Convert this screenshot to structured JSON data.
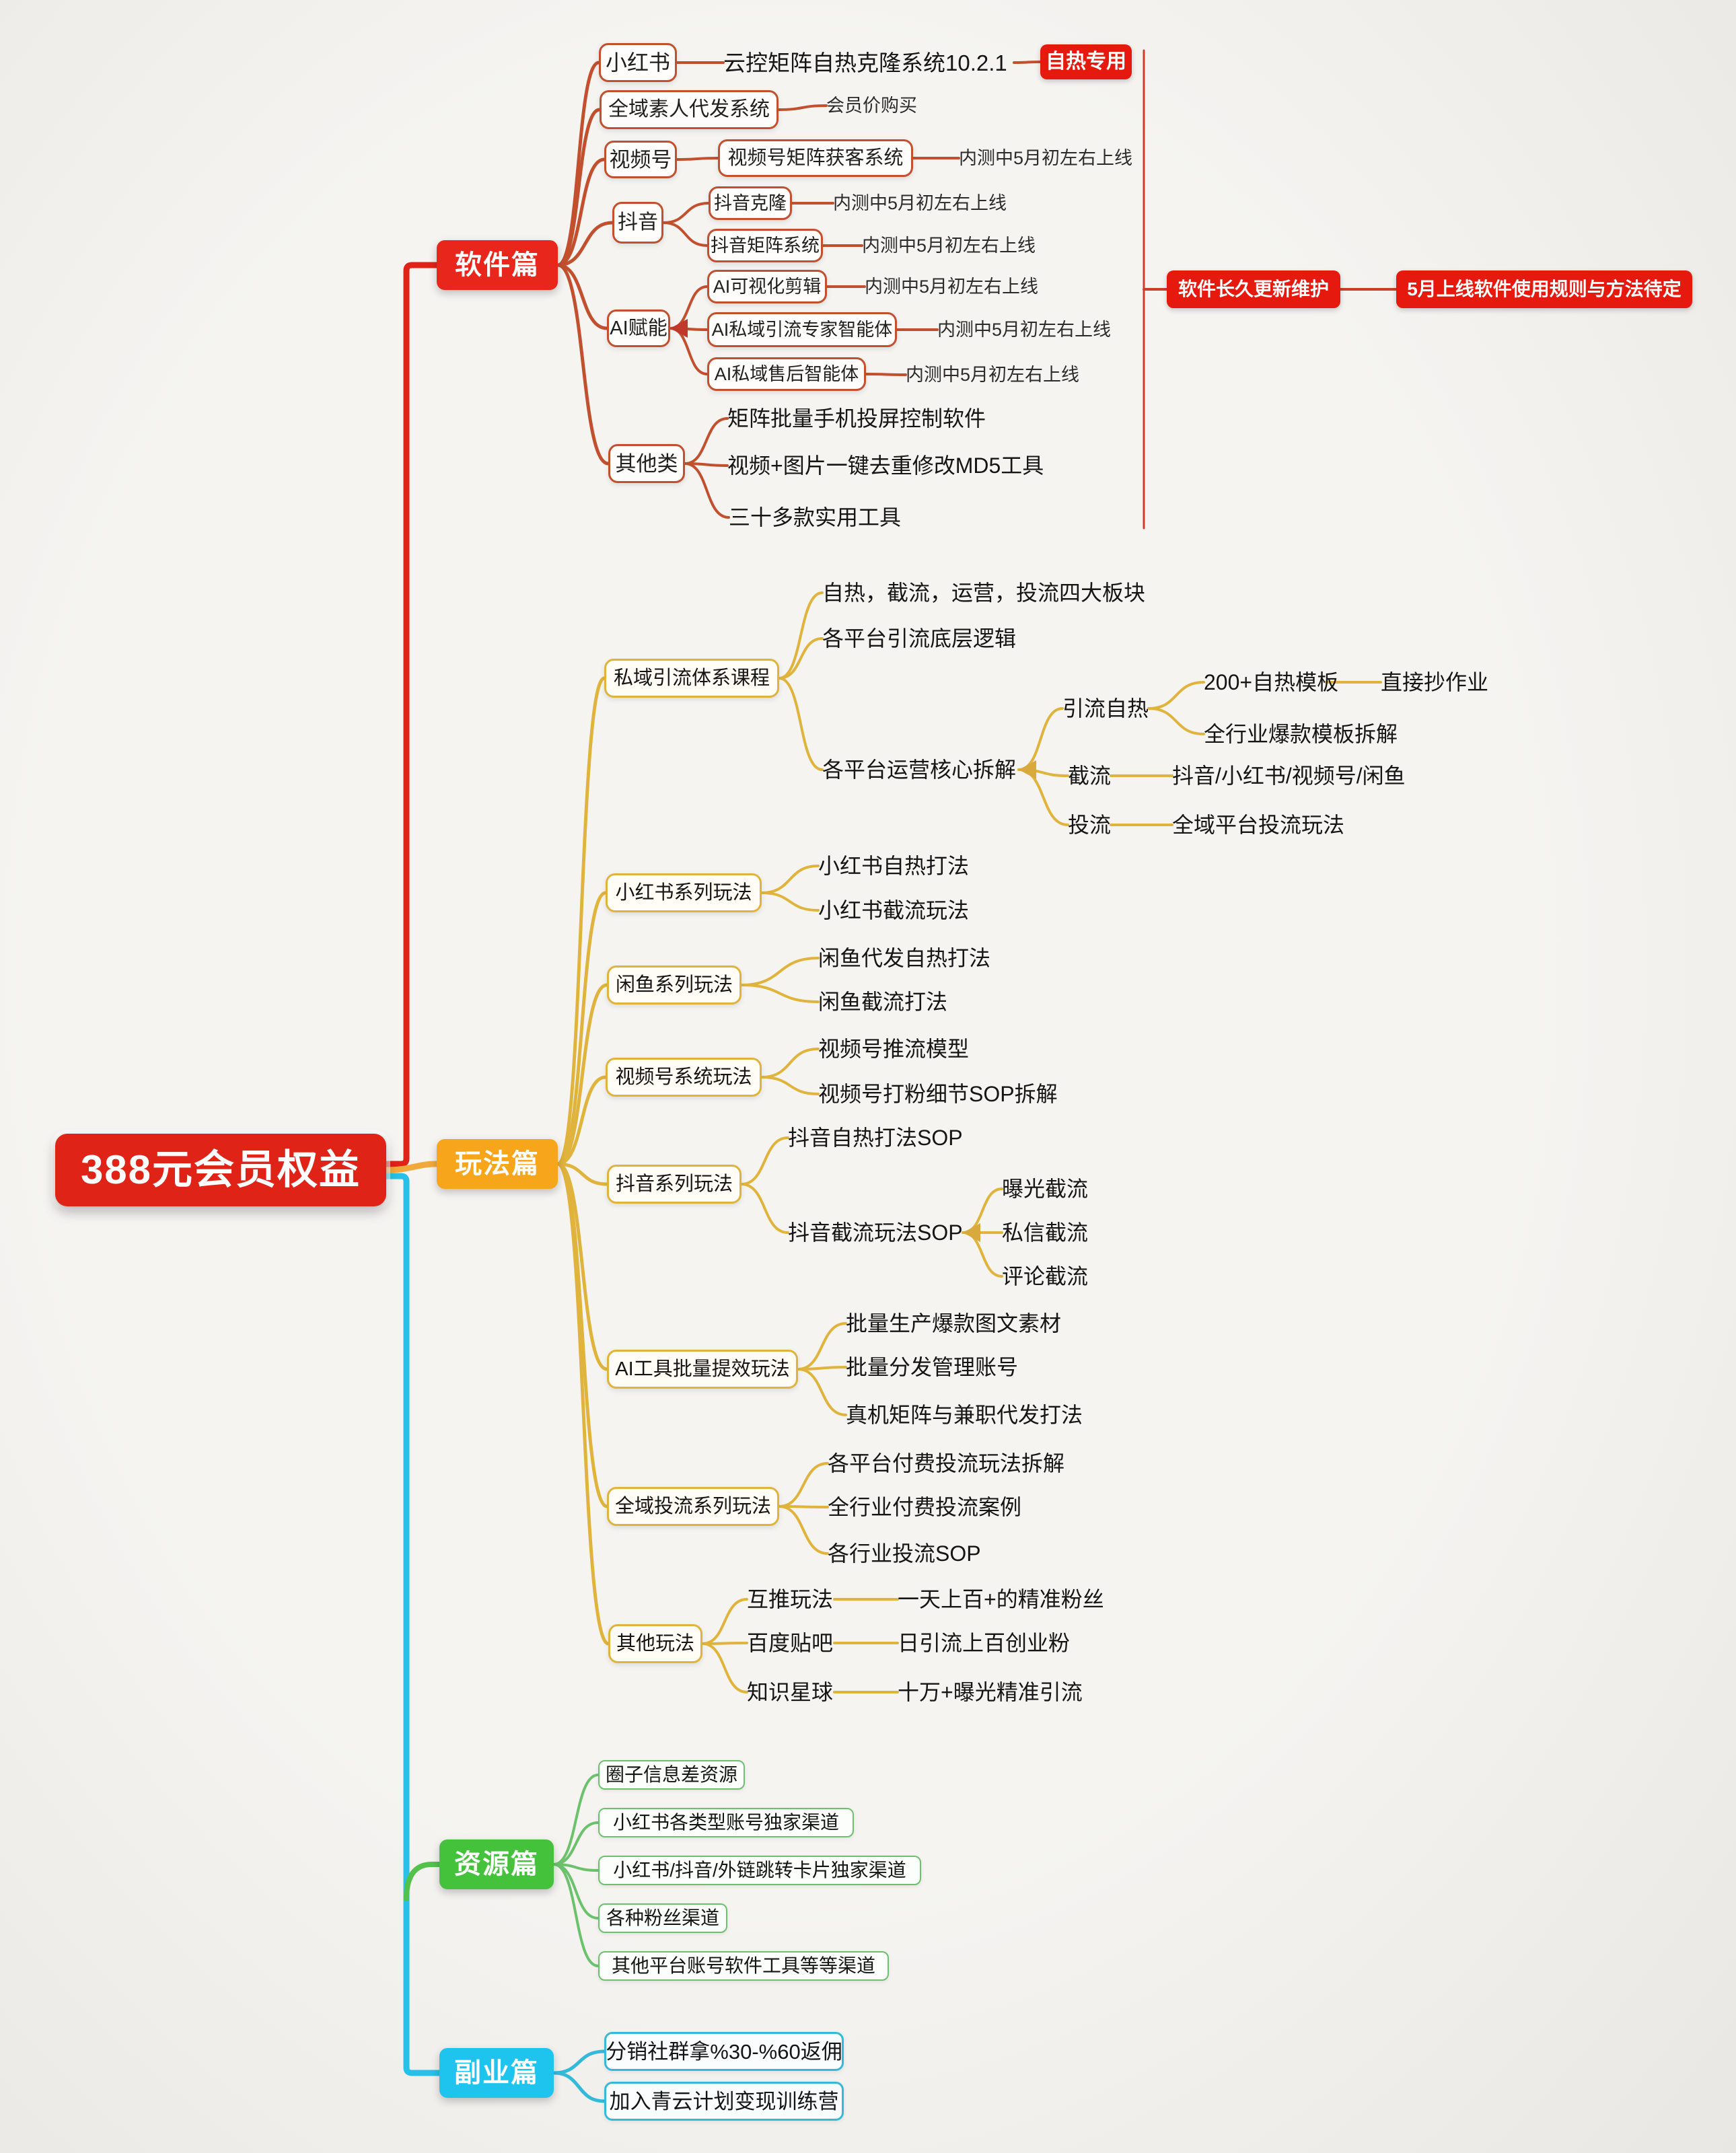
{
  "palette": {
    "red": "#e6190e",
    "branch_soft": "#e8261b",
    "branch_play": "#f7a61b",
    "branch_res": "#44c23c",
    "branch_side": "#1ec3ee",
    "line_soft": "#c2502f",
    "line_gold": "#e0b43c",
    "line_green": "#6cc26c",
    "line_cyan": "#35b9d9",
    "trunk_red": "#e02317",
    "trunk_gold": "#f2a93b",
    "trunk_green": "#52c24a",
    "trunk_cyan": "#27c0e8",
    "bracket": "#cf3d2a",
    "arrow_red": "#c0392b",
    "arrow_gold": "#d8a93c",
    "text": "#1b1b1b",
    "box_bg": "#fffdfb",
    "background": "#f2f1ee"
  },
  "nodes": {
    "root": {
      "label": "388元会员权益"
    },
    "b_soft": {
      "label": "软件篇"
    },
    "b_play": {
      "label": "玩法篇"
    },
    "b_res": {
      "label": "资源篇"
    },
    "b_side": {
      "label": "副业篇"
    },
    "beta_note": {
      "label": "内测中5月初左右上线"
    },
    "s_xhs": {
      "label": "小红书"
    },
    "s_xhs_sys": {
      "label": "云控矩阵自热克隆系统10.2.1"
    },
    "s_xhs_badge": {
      "label": "自热专用"
    },
    "s_daifa": {
      "label": "全域素人代发系统"
    },
    "s_daifa_note": {
      "label": "会员价购买"
    },
    "s_sph": {
      "label": "视频号"
    },
    "s_sph_sys": {
      "label": "视频号矩阵获客系统"
    },
    "s_dy": {
      "label": "抖音"
    },
    "s_dy_clone": {
      "label": "抖音克隆"
    },
    "s_dy_matrix": {
      "label": "抖音矩阵系统"
    },
    "s_ai": {
      "label": "AI赋能"
    },
    "s_ai_edit": {
      "label": "AI可视化剪辑"
    },
    "s_ai_lead": {
      "label": "AI私域引流专家智能体"
    },
    "s_ai_after": {
      "label": "AI私域售后智能体"
    },
    "s_other": {
      "label": "其他类"
    },
    "s_other_1": {
      "label": "矩阵批量手机投屏控制软件"
    },
    "s_other_2": {
      "label": "视频+图片一键去重修改MD5工具"
    },
    "s_other_3": {
      "label": "三十多款实用工具"
    },
    "s_sum_1": {
      "label": "软件长久更新维护"
    },
    "s_sum_2": {
      "label": "5月上线软件使用规则与方法待定"
    },
    "p_course": {
      "label": "私域引流体系课程"
    },
    "p_course_1": {
      "label": "自热，截流，运营，投流四大板块"
    },
    "p_course_2": {
      "label": "各平台引流底层逻辑"
    },
    "p_course_3": {
      "label": "各平台运营核心拆解"
    },
    "p_hot": {
      "label": "引流自热"
    },
    "p_hot_1": {
      "label": "200+自热模板"
    },
    "p_hot_1a": {
      "label": "直接抄作业"
    },
    "p_hot_2": {
      "label": "全行业爆款模板拆解"
    },
    "p_jie": {
      "label": "截流"
    },
    "p_jie_1": {
      "label": "抖音/小红书/视频号/闲鱼"
    },
    "p_tou": {
      "label": "投流"
    },
    "p_tou_1": {
      "label": "全域平台投流玩法"
    },
    "p_xhs": {
      "label": "小红书系列玩法"
    },
    "p_xhs_1": {
      "label": "小红书自热打法"
    },
    "p_xhs_2": {
      "label": "小红书截流玩法"
    },
    "p_xy": {
      "label": "闲鱼系列玩法"
    },
    "p_xy_1": {
      "label": "闲鱼代发自热打法"
    },
    "p_xy_2": {
      "label": "闲鱼截流打法"
    },
    "p_sph": {
      "label": "视频号系统玩法"
    },
    "p_sph_1": {
      "label": "视频号推流模型"
    },
    "p_sph_2": {
      "label": "视频号打粉细节SOP拆解"
    },
    "p_dy": {
      "label": "抖音系列玩法"
    },
    "p_dy_1": {
      "label": "抖音自热打法SOP"
    },
    "p_dy_2": {
      "label": "抖音截流玩法SOP"
    },
    "p_dy_2a": {
      "label": "曝光截流"
    },
    "p_dy_2b": {
      "label": "私信截流"
    },
    "p_dy_2c": {
      "label": "评论截流"
    },
    "p_ai": {
      "label": "AI工具批量提效玩法"
    },
    "p_ai_1": {
      "label": "批量生产爆款图文素材"
    },
    "p_ai_2": {
      "label": "批量分发管理账号"
    },
    "p_ai_3": {
      "label": "真机矩阵与兼职代发打法"
    },
    "p_inv": {
      "label": "全域投流系列玩法"
    },
    "p_inv_1": {
      "label": "各平台付费投流玩法拆解"
    },
    "p_inv_2": {
      "label": "全行业付费投流案例"
    },
    "p_inv_3": {
      "label": "各行业投流SOP"
    },
    "p_other": {
      "label": "其他玩法"
    },
    "p_other_1": {
      "label": "互推玩法"
    },
    "p_other_1a": {
      "label": "一天上百+的精准粉丝"
    },
    "p_other_2": {
      "label": "百度贴吧"
    },
    "p_other_2a": {
      "label": "日引流上百创业粉"
    },
    "p_other_3": {
      "label": "知识星球"
    },
    "p_other_3a": {
      "label": "十万+曝光精准引流"
    },
    "r_1": {
      "label": "圈子信息差资源"
    },
    "r_2": {
      "label": "小红书各类型账号独家渠道"
    },
    "r_3": {
      "label": "小红书/抖音/外链跳转卡片独家渠道"
    },
    "r_4": {
      "label": "各种粉丝渠道"
    },
    "r_5": {
      "label": "其他平台账号软件工具等等渠道"
    },
    "d_1": {
      "label": "分销社群拿%30-%60返佣"
    },
    "d_2": {
      "label": "加入青云计划变现训练营"
    }
  }
}
